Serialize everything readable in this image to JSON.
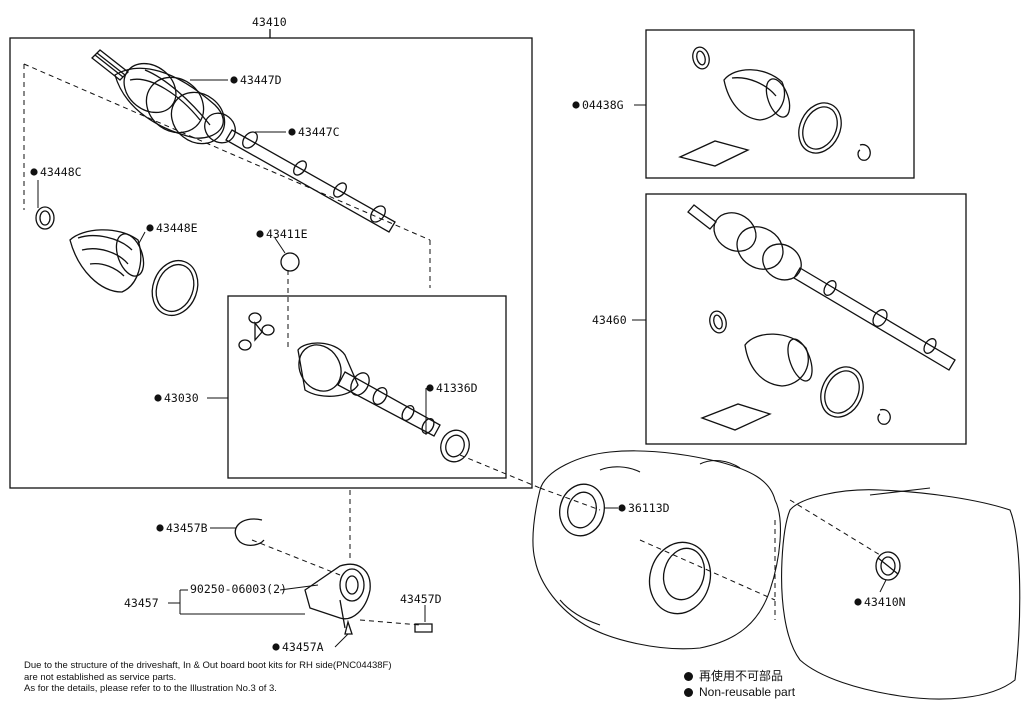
{
  "parts": {
    "assembly": "43410",
    "boot_outboard_clamp": "43447D",
    "boot_clamp_small": "43447C",
    "inboard_clamp_small": "43448C",
    "inboard_clamp_large": "43448E",
    "snap_ring": "43411E",
    "inboard_joint": "43030",
    "dust_seal": "41336D",
    "bearing_bracket_ring": "43457B",
    "bracket_bolt": "90250-06003(2)",
    "bracket": "43457",
    "bracket_pin": "43457D",
    "bracket_plate": "43457A",
    "oil_seal": "36113D",
    "boot_kit": "04438G",
    "rh_shaft_assembly": "43460",
    "hub_nut": "43410N"
  },
  "note": {
    "line1": "Due to the structure of the driveshaft, In & Out board  boot kits for RH side(PNC04438F)",
    "line2": "are not established as service parts.",
    "line3": "As for the details, please refer to to the Illustration No.3 of 3."
  },
  "legend": {
    "japanese": "再使用不可部品",
    "english": "Non-reusable part"
  },
  "colors": {
    "ink": "#111111",
    "paper": "#ffffff"
  }
}
